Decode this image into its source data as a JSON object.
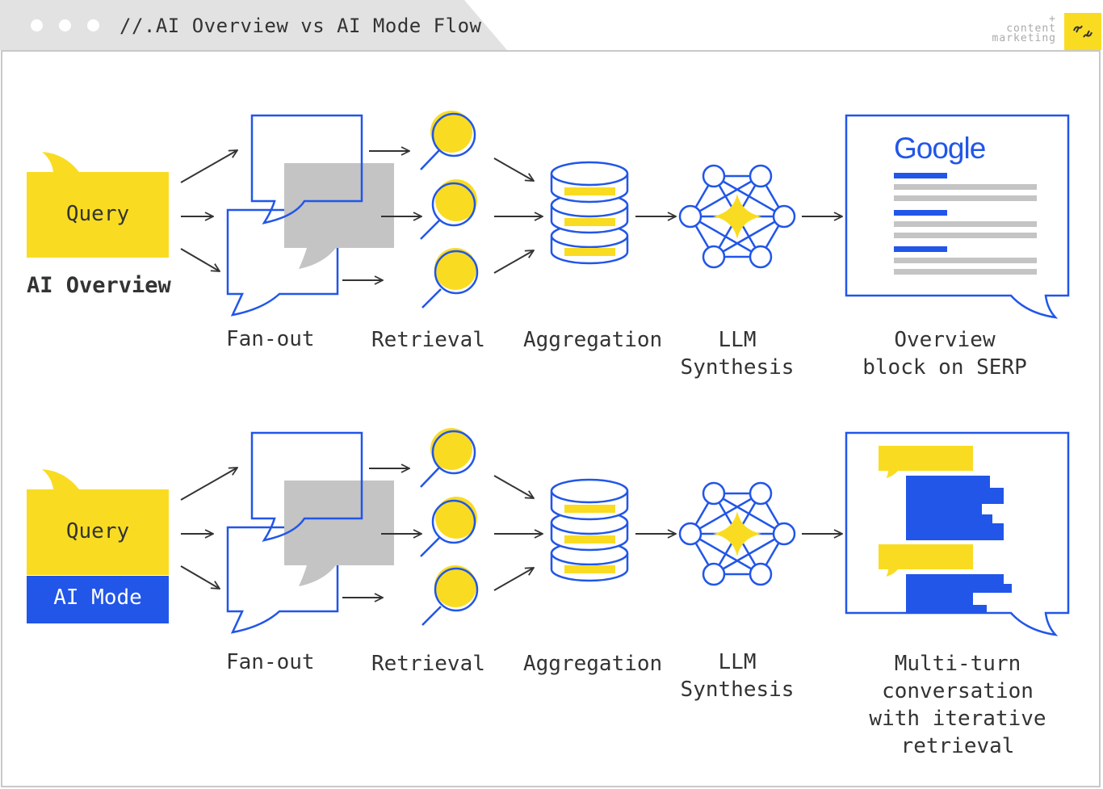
{
  "window": {
    "title": "//.AI Overview vs AI Mode Flow",
    "brand": {
      "plus": "+",
      "line1": "content",
      "line2": "marketing",
      "logo_icon": "brackets-logo-icon"
    }
  },
  "colors": {
    "accent_yellow": "#f9dc22",
    "accent_blue": "#2156e8",
    "gray": "#c4c4c4",
    "text": "#333333"
  },
  "rows": [
    {
      "name": "ai-overview",
      "query_label": "Query",
      "row_title": "AI Overview",
      "steps": [
        {
          "label": "Fan-out",
          "icon": "speech-bubbles-icon"
        },
        {
          "label": "Retrieval",
          "icon": "magnifier-icon"
        },
        {
          "label": "Aggregation",
          "icon": "database-icon"
        },
        {
          "label_line1": "LLM",
          "label_line2": "Synthesis",
          "icon": "neural-network-icon"
        },
        {
          "label_line1": "Overview",
          "label_line2": "block on SERP",
          "icon": "serp-page-icon",
          "logo_text": "Google"
        }
      ]
    },
    {
      "name": "ai-mode",
      "query_label": "Query",
      "row_title": "AI Mode",
      "steps": [
        {
          "label": "Fan-out",
          "icon": "speech-bubbles-icon"
        },
        {
          "label": "Retrieval",
          "icon": "magnifier-icon"
        },
        {
          "label": "Aggregation",
          "icon": "database-icon"
        },
        {
          "label_line1": "LLM",
          "label_line2": "Synthesis",
          "icon": "neural-network-icon"
        },
        {
          "label_lines": [
            "Multi-turn",
            "conversation",
            "with iterative",
            "retrieval"
          ],
          "icon": "chat-conversation-icon"
        }
      ]
    }
  ]
}
